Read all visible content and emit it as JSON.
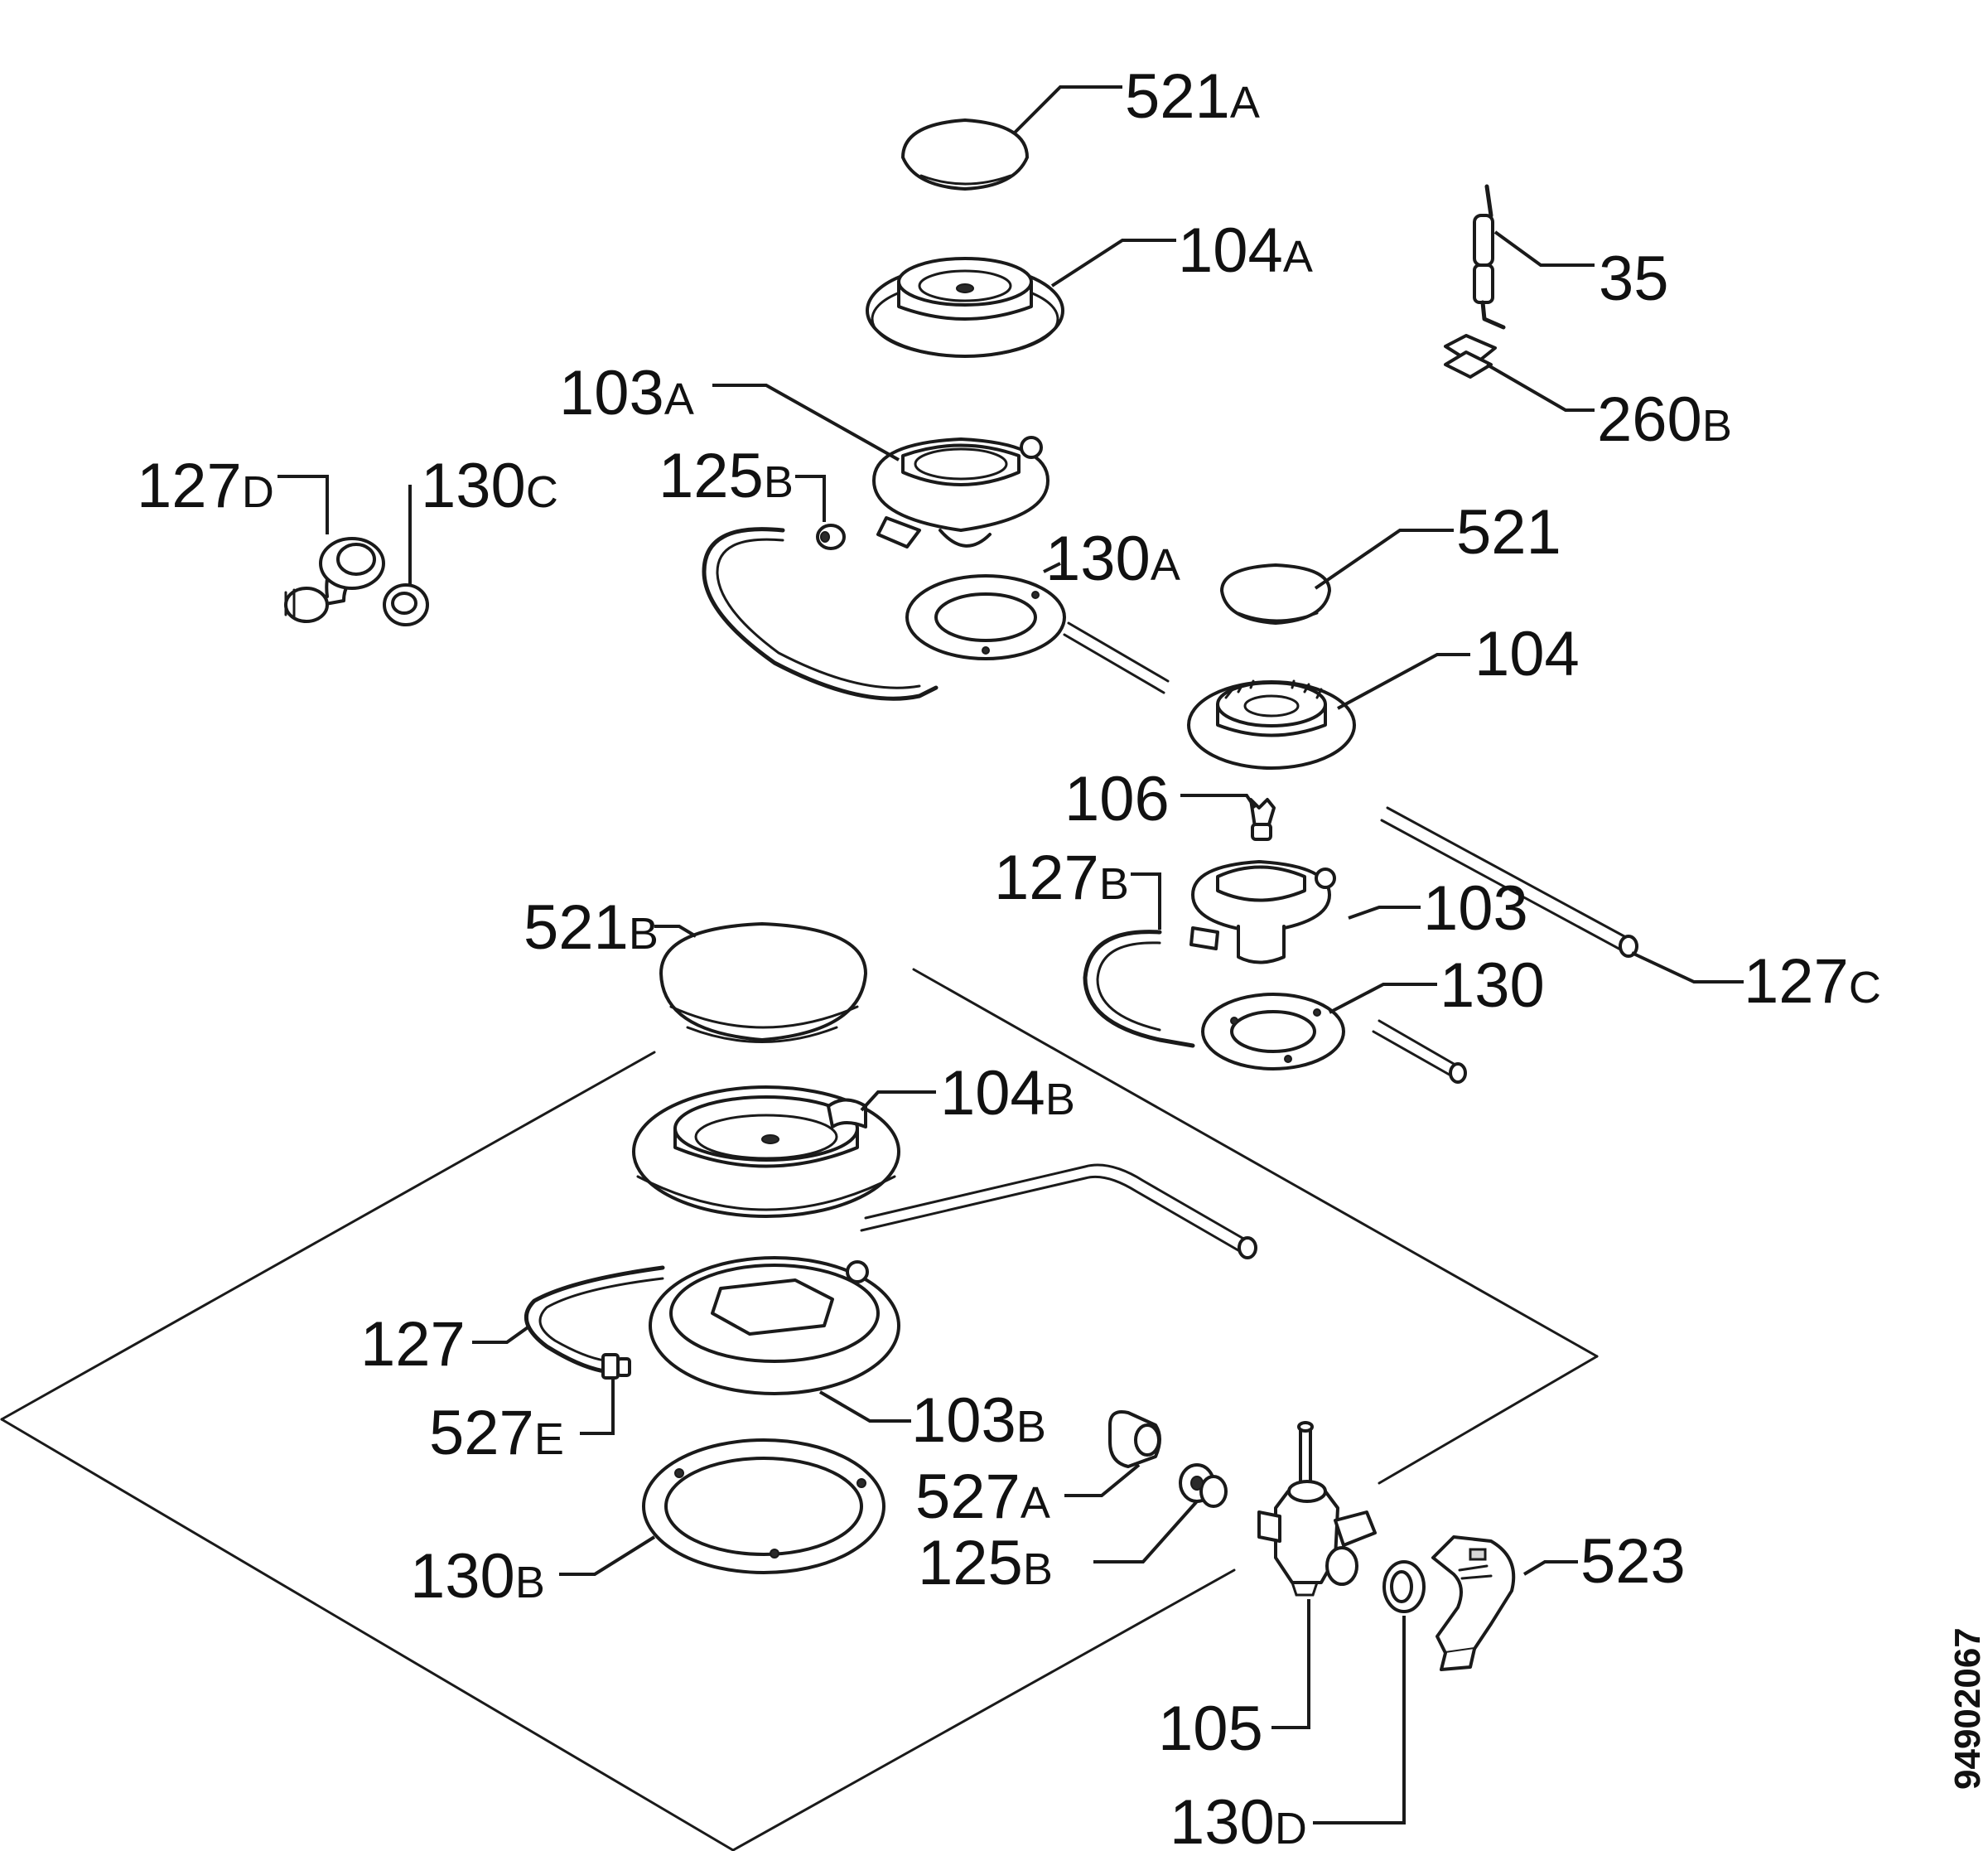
{
  "diagram": {
    "document_code": "94902067",
    "labels": {
      "p521A": {
        "num": "521",
        "sfx": "A"
      },
      "p104A": {
        "num": "104",
        "sfx": "A"
      },
      "p35": {
        "num": "35",
        "sfx": ""
      },
      "p260B": {
        "num": "260",
        "sfx": "B"
      },
      "p103A": {
        "num": "103",
        "sfx": "A"
      },
      "p127D": {
        "num": "127",
        "sfx": "D"
      },
      "p130C": {
        "num": "130",
        "sfx": "C"
      },
      "p125B1": {
        "num": "125",
        "sfx": "B"
      },
      "p130A": {
        "num": "130",
        "sfx": "A"
      },
      "p521": {
        "num": "521",
        "sfx": ""
      },
      "p104": {
        "num": "104",
        "sfx": ""
      },
      "p106": {
        "num": "106",
        "sfx": ""
      },
      "p127B": {
        "num": "127",
        "sfx": "B"
      },
      "p103": {
        "num": "103",
        "sfx": ""
      },
      "p127C": {
        "num": "127",
        "sfx": "C"
      },
      "p521B": {
        "num": "521",
        "sfx": "B"
      },
      "p130": {
        "num": "130",
        "sfx": ""
      },
      "p104B": {
        "num": "104",
        "sfx": "B"
      },
      "p127": {
        "num": "127",
        "sfx": ""
      },
      "p527E": {
        "num": "527",
        "sfx": "E"
      },
      "p103B": {
        "num": "103",
        "sfx": "B"
      },
      "p527A": {
        "num": "527",
        "sfx": "A"
      },
      "p125B2": {
        "num": "125",
        "sfx": "B"
      },
      "p130B": {
        "num": "130",
        "sfx": "B"
      },
      "p523": {
        "num": "523",
        "sfx": ""
      },
      "p105": {
        "num": "105",
        "sfx": ""
      },
      "p130D": {
        "num": "130",
        "sfx": "D"
      }
    }
  }
}
